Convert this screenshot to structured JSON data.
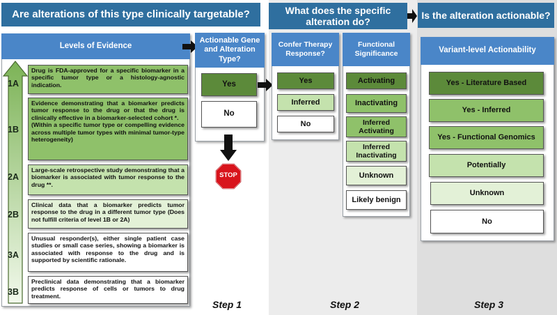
{
  "banners": {
    "b1": "Are alterations of this type clinically targetable?",
    "b2": "What does the specific alteration do?",
    "b3": "Is the alteration actionable?"
  },
  "levels": {
    "header": "Levels of Evidence",
    "items": [
      {
        "label": "1A",
        "text": "Drug is FDA-approved for a specific biomarker in a specific tumor type or a histology-agnostic indication."
      },
      {
        "label": "1B",
        "text": "Evidence demonstrating that a biomarker predicts tumor response to the drug or that the drug is clinically effective in a biomarker-selected cohort *.\n(Within a specific tumor type or compelling evidence across multiple tumor types with minimal tumor-type heterogeneity)"
      },
      {
        "label": "2A",
        "text": "Large-scale retrospective study demonstrating that a biomarker is associated with tumor response to the drug **."
      },
      {
        "label": "2B",
        "text": "Clinical data that a biomarker predicts tumor response to the drug in a different tumor type (Does not fulfill criteria of level 1B or 2A)"
      },
      {
        "label": "3A",
        "text": "Unusual responder(s), either single patient case studies or small case series, showing a biomarker is associated with response to the drug and is supported by scientific rationale."
      },
      {
        "label": "3B",
        "text": "Preclinical data demonstrating that a biomarker predicts response of cells or tumors to drug treatment."
      }
    ]
  },
  "actionable": {
    "header": "Actionable Gene and Alteration Type?",
    "yes": "Yes",
    "no": "No",
    "stop": "STOP"
  },
  "confer": {
    "header": "Confer Therapy Response?",
    "items": [
      "Yes",
      "Inferred",
      "No"
    ]
  },
  "functional": {
    "header": "Functional Significance",
    "items": [
      "Activating",
      "Inactivating",
      "Inferred Activating",
      "Inferred Inactivating",
      "Unknown",
      "Likely benign"
    ]
  },
  "variant": {
    "header": "Variant-level Actionability",
    "items": [
      "Yes - Literature Based",
      "Yes - Inferred",
      "Yes - Functional Genomics",
      "Potentially",
      "Unknown",
      "No"
    ]
  },
  "steps": {
    "s1": "Step 1",
    "s2": "Step 2",
    "s3": "Step 3"
  },
  "colors": {
    "banner": "#2f6f9f",
    "panel_header": "#4a86c8",
    "green_dark": "#5c8a3a",
    "green_mid": "#8fc16a",
    "green_light": "#c4e2ad",
    "green_pale": "#e3f1d7",
    "stop_red": "#d8141c",
    "step2_bg": "#ececec",
    "step3_bg": "#dedede"
  }
}
